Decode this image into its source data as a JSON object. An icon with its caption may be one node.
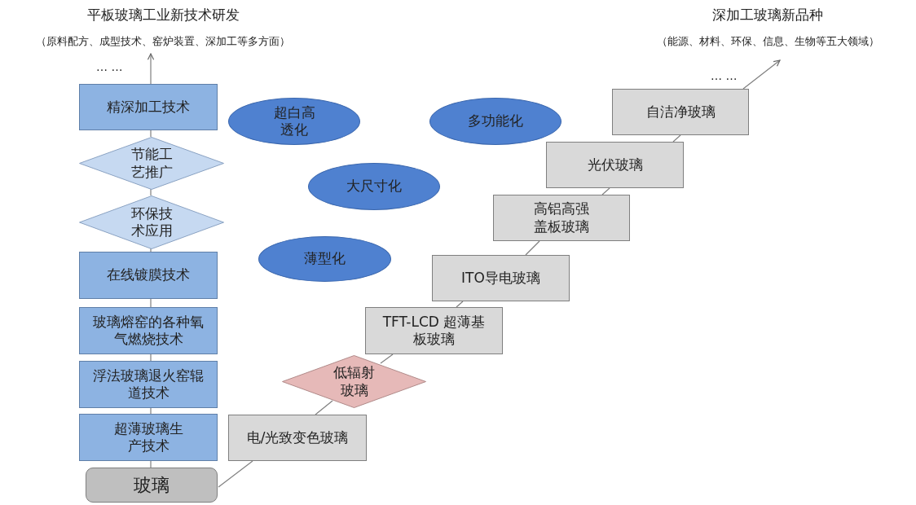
{
  "diagram": {
    "nodes": [
      {
        "text": [
          "平板玻璃工业新技术研发",
          "（原料配方、成型技术、窑炉装置、深加工等多方面）"
        ]
      },
      {
        "text": [
          "深加工玻璃新品种",
          "（能源、材料、环保、信息、生物等五大领域）"
        ]
      },
      {
        "text": [
          "精深加工技术"
        ]
      },
      {
        "text": [
          "节能工艺推广"
        ]
      },
      {
        "text": [
          "环保技术应用"
        ]
      },
      {
        "text": [
          "在线镀膜技术"
        ]
      },
      {
        "text": [
          "玻璃熔窑的各种氧气燃烧技术"
        ]
      },
      {
        "text": [
          "浮法玻璃退火窑辊道技术"
        ]
      },
      {
        "text": [
          "超薄玻璃生产技术"
        ]
      },
      {
        "text": [
          "玻璃"
        ]
      },
      {
        "text": [
          "超白高透化"
        ]
      },
      {
        "text": [
          "多功能化"
        ]
      },
      {
        "text": [
          "大尺寸化"
        ]
      },
      {
        "text": [
          "薄型化"
        ]
      },
      {
        "text": [
          "自洁净玻璃"
        ]
      },
      {
        "text": [
          "光伏玻璃"
        ]
      },
      {
        "text": [
          "高铝高强盖板玻璃"
        ]
      },
      {
        "text": [
          "ITO导电玻璃"
        ]
      },
      {
        "text": [
          "TFT-LCD 超薄基板玻璃"
        ]
      },
      {
        "text": [
          "低辐射玻璃"
        ]
      },
      {
        "text": [
          "电/光致变色玻璃"
        ]
      }
    ],
    "edges": [
      {
        "from": 9,
        "to": 8,
        "arrow": "none"
      },
      {
        "from": 8,
        "to": 7,
        "arrow": "none"
      },
      {
        "from": 7,
        "to": 6,
        "arrow": "none"
      },
      {
        "from": 6,
        "to": 5,
        "arrow": "none"
      },
      {
        "from": 5,
        "to": 4,
        "arrow": "none"
      },
      {
        "from": 4,
        "to": 3,
        "arrow": "none"
      },
      {
        "from": 3,
        "to": 2,
        "arrow": "none"
      },
      {
        "from": 2,
        "to": 0,
        "arrow": "to"
      },
      {
        "from": 9,
        "to": 20,
        "arrow": "none"
      },
      {
        "from": 20,
        "to": 19,
        "arrow": "none"
      },
      {
        "from": 19,
        "to": 18,
        "arrow": "none"
      },
      {
        "from": 18,
        "to": 17,
        "arrow": "none"
      },
      {
        "from": 17,
        "to": 16,
        "arrow": "none"
      },
      {
        "from": 16,
        "to": 15,
        "arrow": "none"
      },
      {
        "from": 15,
        "to": 14,
        "arrow": "none"
      },
      {
        "from": 14,
        "to": 1,
        "arrow": "to"
      }
    ],
    "labels": [
      "… …",
      "… …"
    ]
  }
}
